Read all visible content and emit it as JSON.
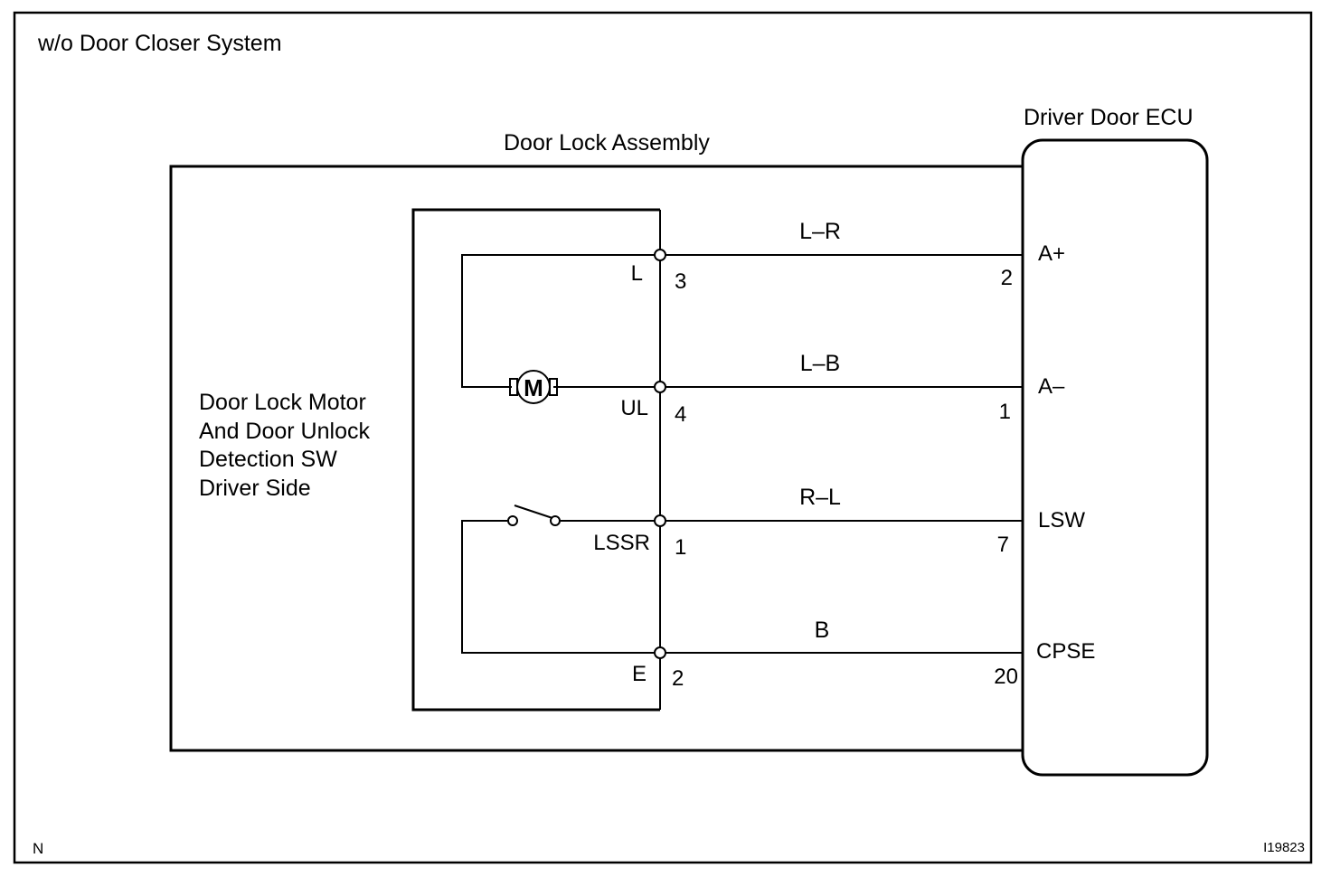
{
  "figure": {
    "title": "w/o Door Closer System",
    "corner_code": "N",
    "figure_number": "I19823"
  },
  "ecu": {
    "name": "Driver Door ECU",
    "terminals": [
      {
        "name": "A+",
        "pin": "2"
      },
      {
        "name": "A–",
        "pin": "1"
      },
      {
        "name": "LSW",
        "pin": "7"
      },
      {
        "name": "CPSE",
        "pin": "20"
      }
    ]
  },
  "assembly": {
    "name": "Door Lock Assembly",
    "component_lines": [
      "Door Lock Motor",
      "And Door Unlock",
      "Detection SW",
      "Driver Side"
    ],
    "motor_symbol": "M",
    "terminals": [
      {
        "name": "L",
        "pin": "3"
      },
      {
        "name": "UL",
        "pin": "4"
      },
      {
        "name": "LSSR",
        "pin": "1"
      },
      {
        "name": "E",
        "pin": "2"
      }
    ]
  },
  "wires": [
    {
      "color": "L–R"
    },
    {
      "color": "L–B"
    },
    {
      "color": "R–L"
    },
    {
      "color": "B"
    }
  ]
}
